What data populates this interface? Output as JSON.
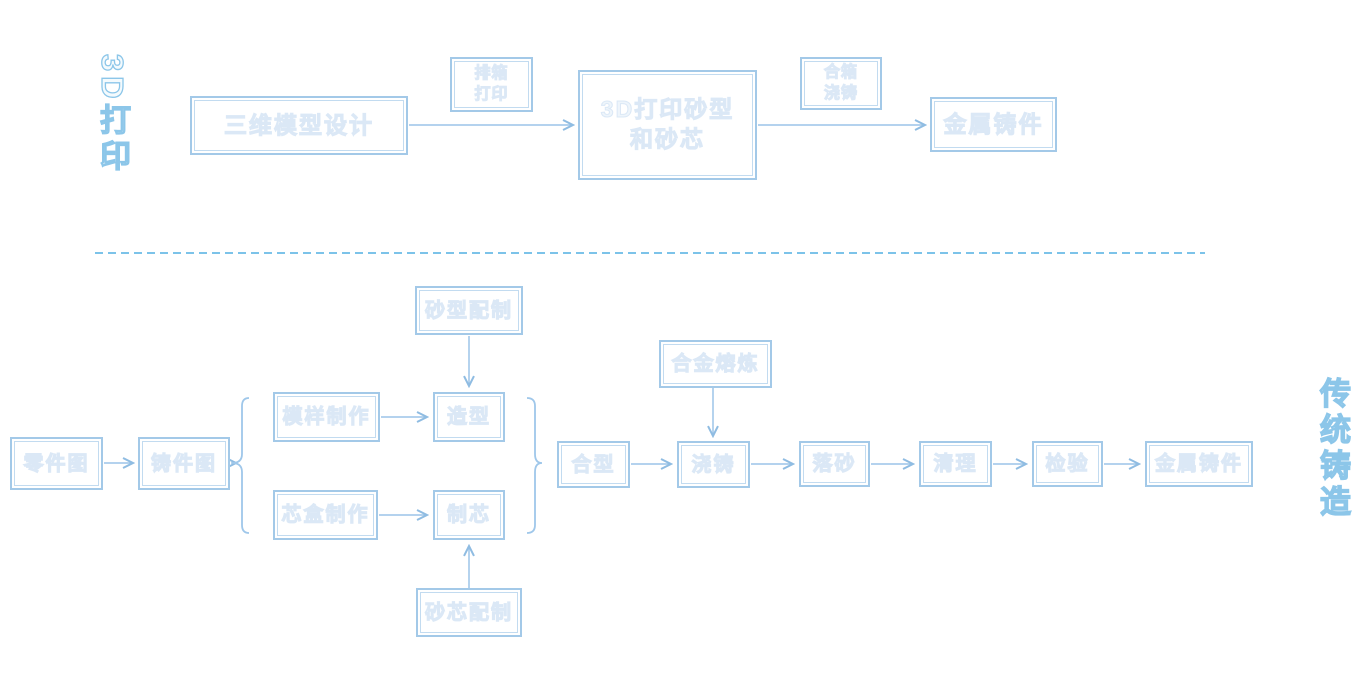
{
  "labels": {
    "printing": "3D打印",
    "casting": "传统铸造"
  },
  "printing": {
    "design": "三维模型设计",
    "batch_print": {
      "l1": "排箱",
      "l2": "打印"
    },
    "sand_mold": {
      "l1": "3D打印砂型",
      "l2": "和砂芯"
    },
    "box_pour": {
      "l1": "合箱",
      "l2": "浇铸"
    },
    "metal_casting": "金属铸件"
  },
  "casting": {
    "part_drawing": "零件图",
    "casting_drawing": "铸件图",
    "pattern_making": "模样制作",
    "molding": "造型",
    "core_box_making": "芯盒制作",
    "core_making": "制芯",
    "sand_mold_prep": "砂型配制",
    "sand_core_prep": "砂芯配制",
    "mold_assembly": "合型",
    "alloy_melting": "合金熔炼",
    "pouring": "浇铸",
    "shakeout": "落砂",
    "cleaning": "清理",
    "inspection": "检验",
    "metal_casting": "金属铸件"
  },
  "colors": {
    "box_border": "#a3c9e8",
    "box_border_inner": "#c2dbf0",
    "connector_line": "#9cc4e8",
    "arrowhead": "#8fbce2",
    "divider_dashed": "#7cc3e9",
    "faint_text_outline": "#dbe8f6",
    "section_label_outline": "#8cc6e9",
    "brace": "#9fc7ea"
  }
}
